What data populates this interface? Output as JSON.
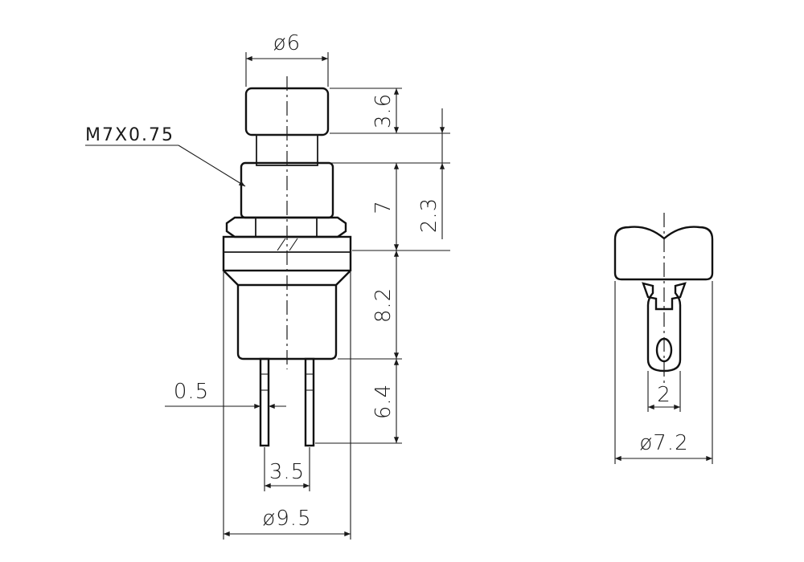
{
  "side_view": {
    "thread_label": "M7X0.75",
    "dim_cap_diameter": "ø6",
    "dim_cap_height": "3.6",
    "dim_bushing_height": "7",
    "dim_travel": "2.3",
    "dim_body_height": "8.2",
    "dim_terminal_length": "6.4",
    "dim_terminal_width": "0.5",
    "dim_terminal_spacing": "3.5",
    "dim_flange_diameter": "ø9.5"
  },
  "end_view": {
    "dim_terminal_hole": "2",
    "dim_body_diameter": "ø7.2"
  }
}
